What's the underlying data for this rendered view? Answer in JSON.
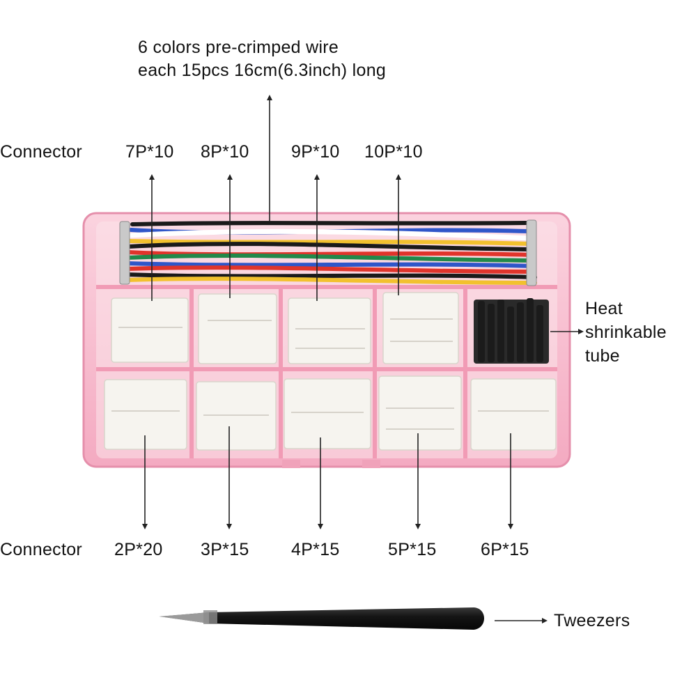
{
  "wire_label": {
    "line1": "6 colors pre-crimped wire",
    "line2": "each 15pcs 16cm(6.3inch) long"
  },
  "top_row": {
    "title": "Connector",
    "items": [
      "7P*10",
      "8P*10",
      "9P*10",
      "10P*10"
    ]
  },
  "bottom_row": {
    "title": "Connector",
    "items": [
      "2P*20",
      "3P*15",
      "4P*15",
      "5P*15",
      "6P*15"
    ]
  },
  "heat_shrink": {
    "line1": "Heat",
    "line2": "shrinkable",
    "line3": "tube"
  },
  "tweezers_label": "Tweezers",
  "colors": {
    "box_pink": "#f7b9cc",
    "box_edge": "#e88fab",
    "connector_white": "#f6f4ef",
    "wire_colors": [
      "#1a1a1a",
      "#ffffff",
      "#2f56c9",
      "#e0342b",
      "#f2c12e",
      "#21894a"
    ],
    "tube_black": "#1b1b1b",
    "tweezer_black": "#151515"
  }
}
